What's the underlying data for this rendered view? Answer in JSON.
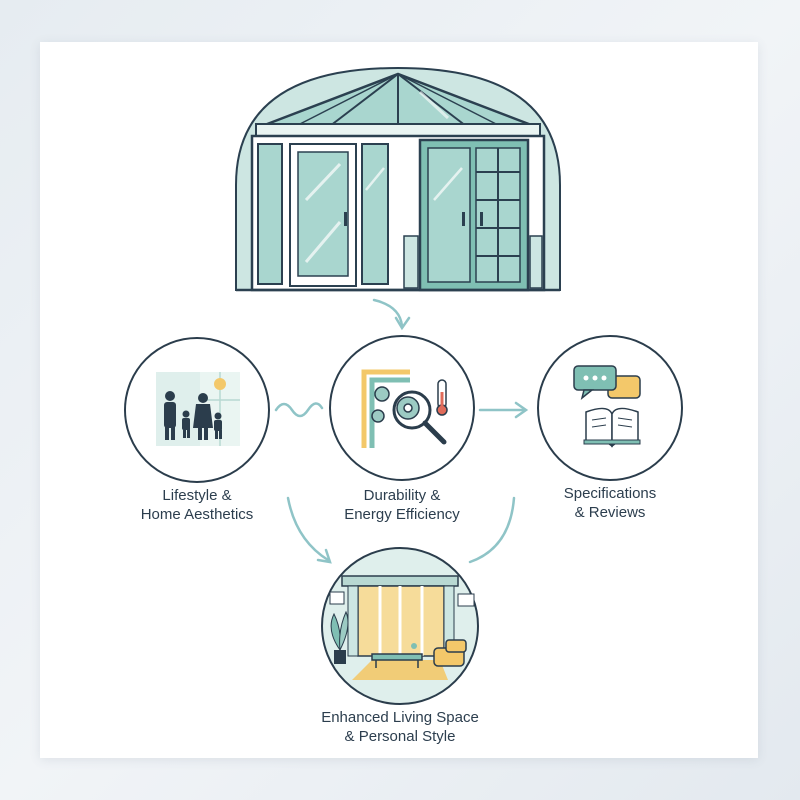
{
  "nodes": [
    {
      "id": "lifestyle",
      "line1": "Lifestyle &",
      "line2": "Home Aesthetics"
    },
    {
      "id": "durability",
      "line1": "Durability &",
      "line2": "Energy Efficiency"
    },
    {
      "id": "specs",
      "line1": "Specifications",
      "line2": "& Reviews"
    },
    {
      "id": "living",
      "line1": "Enhanced Living Space",
      "line2": "& Personal Style"
    }
  ],
  "colors": {
    "glass": "#a9d6cf",
    "frame": "#2b4050",
    "accent_arrow": "#8fc4c7",
    "warm": "#f3c86a",
    "outline": "#2b3d4c"
  }
}
